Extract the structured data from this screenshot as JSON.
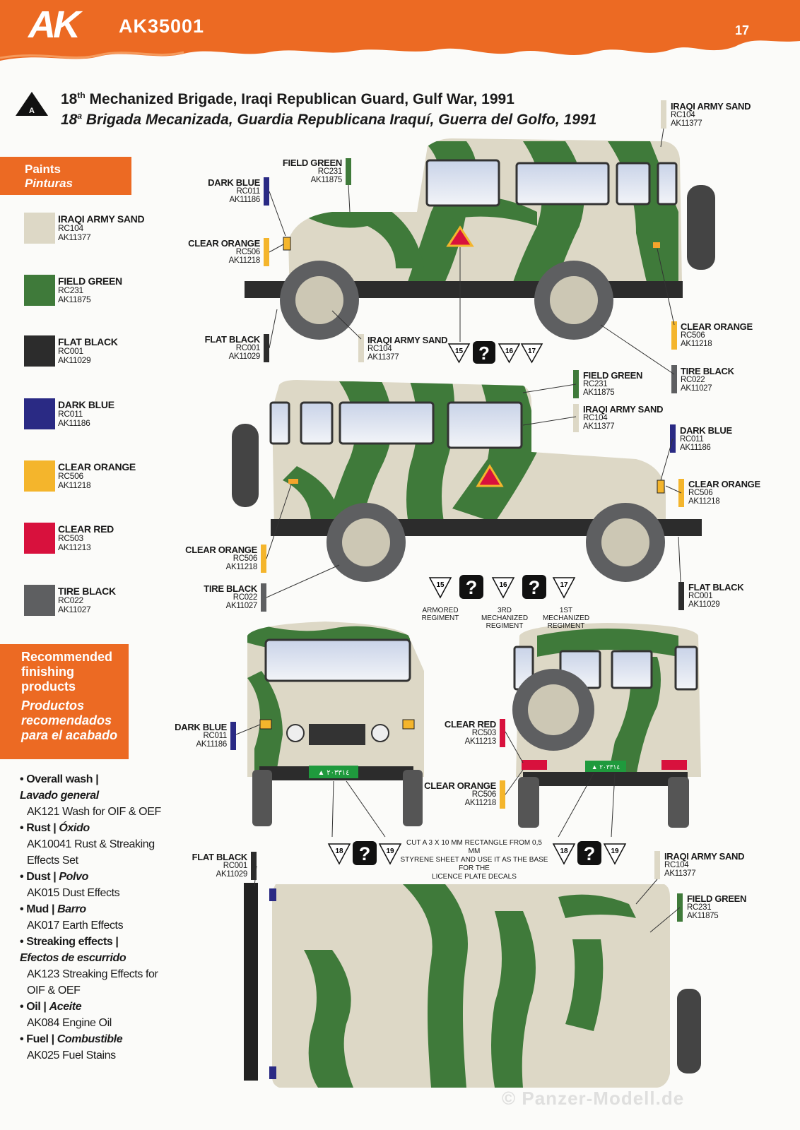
{
  "header": {
    "logo": "AK",
    "product_code": "AK35001",
    "page_number": "17",
    "accent_color": "#ec6a23"
  },
  "title": {
    "marker": "A",
    "en_prefix": "18",
    "en_sup": "th",
    "en_rest": " Mechanized Brigade, Iraqi Republican Guard, Gulf War, 1991",
    "es_prefix": "18",
    "es_sup": "a",
    "es_rest": " Brigada Mecanizada, Guardia Republicana Iraquí, Guerra del Golfo, 1991"
  },
  "sidebar": {
    "paints_en": "Paints",
    "paints_es": "Pinturas",
    "paints": [
      {
        "name": "IRAQI ARMY SAND",
        "rc": "RC104",
        "ak": "AK11377",
        "color": "#ddd8c6"
      },
      {
        "name": "FIELD GREEN",
        "rc": "RC231",
        "ak": "AK11875",
        "color": "#3f7a3a"
      },
      {
        "name": "FLAT BLACK",
        "rc": "RC001",
        "ak": "AK11029",
        "color": "#2c2c2c"
      },
      {
        "name": "DARK BLUE",
        "rc": "RC011",
        "ak": "AK11186",
        "color": "#2a2a84"
      },
      {
        "name": "CLEAR ORANGE",
        "rc": "RC506",
        "ak": "AK11218",
        "color": "#f4b52c"
      },
      {
        "name": "CLEAR RED",
        "rc": "RC503",
        "ak": "AK11213",
        "color": "#d8113d"
      },
      {
        "name": "TIRE BLACK",
        "rc": "RC022",
        "ak": "AK11027",
        "color": "#5e5f61"
      }
    ],
    "finish_en_1": "Recommended",
    "finish_en_2": "finishing",
    "finish_en_3": "products",
    "finish_es_1": "Productos",
    "finish_es_2": "recomendados",
    "finish_es_3": "para el acabado",
    "products": [
      {
        "h_en": "Overall wash |",
        "h_es": "Lavado general",
        "p1": "AK121 Wash for OIF & OEF",
        "p2": ""
      },
      {
        "h_en": "Rust |",
        "h_es": "Óxido",
        "p1": "AK10041 Rust & Streaking",
        "p2": "Effects Set"
      },
      {
        "h_en": "Dust |",
        "h_es": "Polvo",
        "p1": "AK015 Dust Effects",
        "p2": ""
      },
      {
        "h_en": "Mud |",
        "h_es": "Barro",
        "p1": "AK017 Earth Effects",
        "p2": ""
      },
      {
        "h_en": "Streaking effects |",
        "h_es": "Efectos de escurrido",
        "p1": "AK123 Streaking Effects for",
        "p2": "OIF & OEF"
      },
      {
        "h_en": "Oil |",
        "h_es": "Aceite",
        "p1": "AK084 Engine Oil",
        "p2": ""
      },
      {
        "h_en": "Fuel |",
        "h_es": "Combustible",
        "p1": "AK025 Fuel Stains",
        "p2": ""
      }
    ]
  },
  "callouts": {
    "c1": {
      "name": "IRAQI ARMY SAND",
      "rc": "RC104",
      "ak": "AK11377"
    },
    "c2": {
      "name": "FIELD GREEN",
      "rc": "RC231",
      "ak": "AK11875"
    },
    "c3": {
      "name": "DARK BLUE",
      "rc": "RC011",
      "ak": "AK11186"
    },
    "c4": {
      "name": "CLEAR ORANGE",
      "rc": "RC506",
      "ak": "AK11218"
    },
    "c5": {
      "name": "FLAT BLACK",
      "rc": "RC001",
      "ak": "AK11029"
    },
    "c6": {
      "name": "IRAQI ARMY SAND",
      "rc": "RC104",
      "ak": "AK11377"
    },
    "c7": {
      "name": "CLEAR ORANGE",
      "rc": "RC506",
      "ak": "AK11218"
    },
    "c8": {
      "name": "TIRE BLACK",
      "rc": "RC022",
      "ak": "AK11027"
    },
    "c9": {
      "name": "FIELD GREEN",
      "rc": "RC231",
      "ak": "AK11875"
    },
    "c10": {
      "name": "IRAQI ARMY SAND",
      "rc": "RC104",
      "ak": "AK11377"
    },
    "c11": {
      "name": "DARK BLUE",
      "rc": "RC011",
      "ak": "AK11186"
    },
    "c12": {
      "name": "CLEAR ORANGE",
      "rc": "RC506",
      "ak": "AK11218"
    },
    "c13": {
      "name": "CLEAR ORANGE",
      "rc": "RC506",
      "ak": "AK11218"
    },
    "c14": {
      "name": "TIRE BLACK",
      "rc": "RC022",
      "ak": "AK11027"
    },
    "c15": {
      "name": "FLAT BLACK",
      "rc": "RC001",
      "ak": "AK11029"
    },
    "c16": {
      "name": "DARK BLUE",
      "rc": "RC011",
      "ak": "AK11186"
    },
    "c17": {
      "name": "CLEAR RED",
      "rc": "RC503",
      "ak": "AK11213"
    },
    "c18": {
      "name": "CLEAR ORANGE",
      "rc": "RC506",
      "ak": "AK11218"
    },
    "c19": {
      "name": "FLAT BLACK",
      "rc": "RC001",
      "ak": "AK11029"
    },
    "c20": {
      "name": "IRAQI ARMY SAND",
      "rc": "RC104",
      "ak": "AK11377"
    },
    "c21": {
      "name": "FIELD GREEN",
      "rc": "RC231",
      "ak": "AK11875"
    }
  },
  "decals": {
    "d15": "15",
    "d16": "16",
    "d17": "17",
    "d18": "18",
    "d19": "19",
    "q": "?",
    "armored_1": "ARMORED",
    "armored_2": "REGIMENT",
    "mech3_1": "3RD MECHANIZED",
    "mech3_2": "REGIMENT",
    "mech1_1": "1ST MECHANIZED",
    "mech1_2": "REGIMENT",
    "note_1": "CUT A 3 X 10 MM RECTANGLE FROM 0,5 MM",
    "note_2": "STYRENE SHEET AND USE IT AS THE BASE FOR THE",
    "note_3": "LICENCE PLATE DECALS",
    "plate": "▲ ٢٠٣٣١٤"
  },
  "watermark": "© Panzer-Modell.de"
}
